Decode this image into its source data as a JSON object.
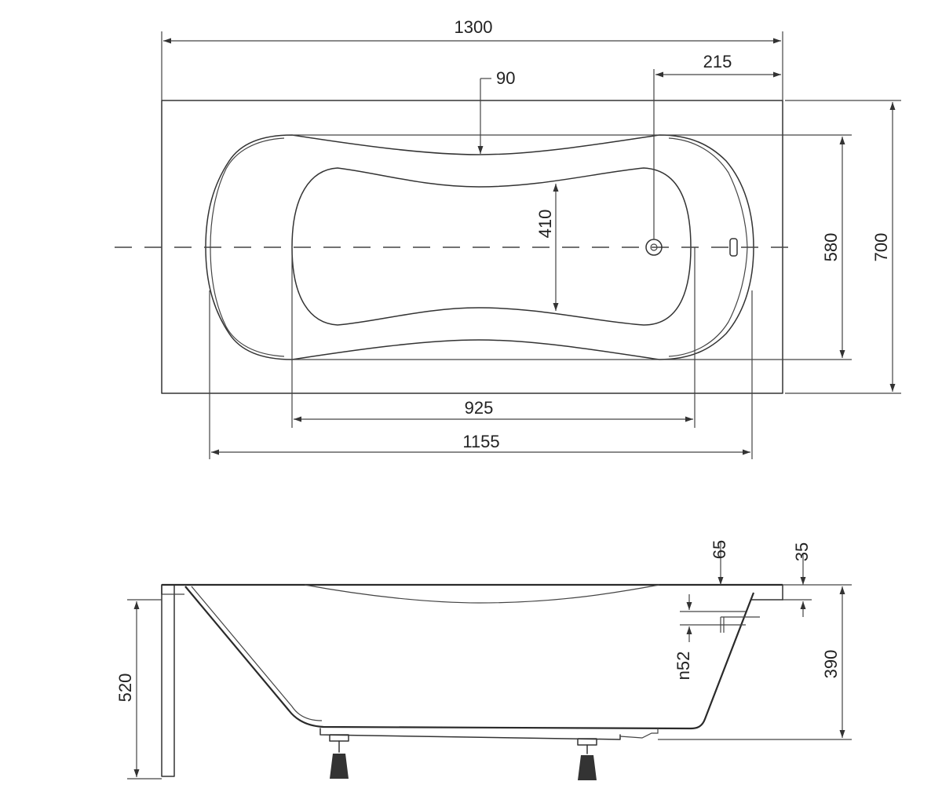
{
  "dimensions": {
    "length_overall": "1300",
    "offset_90": "90",
    "overflow_offset": "215",
    "inner_width": "410",
    "width_580": "580",
    "width_overall": "700",
    "bottom_length": "925",
    "inner_length": "1155",
    "rim_65": "65",
    "rim_35": "35",
    "overflow_diameter": "n52",
    "height_390": "390",
    "height_520": "520"
  }
}
